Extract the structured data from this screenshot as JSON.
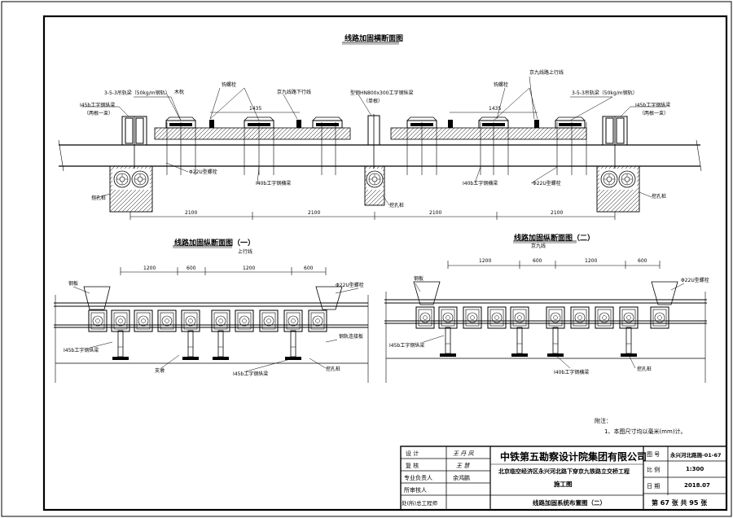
{
  "cross_section": {
    "title": "线路加固横断面图",
    "labels": {
      "rail_left": "3-5-3吊轨梁（50kg/m钢轨）",
      "rail_right": "3-5-3吊轨梁（50kg/m钢轨）",
      "ibeam_left": "I45b工字钢纵梁",
      "ibeam_left_note": "（两根一束）",
      "ibeam_right": "I45b工字钢纵梁",
      "ibeam_right_note": "（两根一束）",
      "sleeper": "木枕",
      "bolts": "钩螺栓",
      "down_line": "京九线路下行线",
      "up_line": "京九线路上行线",
      "hn_beam": "型钢HN800x300工字钢纵梁",
      "hn_beam_note": "（单根）",
      "i40_left": "I40b工字钢横梁",
      "i40_right": "I40b工字钢横梁",
      "u_bolt_left": "Φ22U型螺栓",
      "u_bolt_right": "Φ22U型螺栓",
      "pile_left": "挖孔桩",
      "pile_mid": "挖孔桩",
      "pile_right": "挖孔桩",
      "gauge_1": "1435",
      "gauge_2": "1435",
      "dims": [
        "2100",
        "2100",
        "2100",
        "2100"
      ]
    }
  },
  "long_section_1": {
    "title": "线路加固纵断面图（一）",
    "subtitle": "上行线",
    "dims": [
      "1200",
      "600",
      "1200",
      "600"
    ],
    "labels": {
      "steel_plate": "钢板",
      "u_bolt": "Φ22U型螺栓",
      "i45": "I45b工字钢纵梁",
      "pier": "挖孔桩",
      "i45_bottom": "I45b工字钢纵梁",
      "support": "支墩",
      "rail_right": "钢轨连接板"
    }
  },
  "long_section_2": {
    "title": "线路加固纵断面图（二）",
    "subtitle": "京九线",
    "dims": [
      "1200",
      "600",
      "1200",
      "600"
    ],
    "labels": {
      "steel_plate": "钢板",
      "u_bolt": "Φ22U型螺栓",
      "i45": "I45b工字钢纵梁",
      "i40": "I40b工字钢横梁",
      "pier": "挖孔桩"
    }
  },
  "notes": {
    "heading": "附注：",
    "items": [
      "1、本图尺寸均以毫米(mm)计。"
    ]
  },
  "title_block": {
    "rows_left": [
      {
        "role": "设    计",
        "name": "王 丹 凤"
      },
      {
        "role": "复    核",
        "name": "王 慧"
      },
      {
        "role": "专业负责人",
        "name": "余鸿鹏"
      },
      {
        "role": "所审核人",
        "name": ""
      },
      {
        "role": "处(所)总工程师",
        "name": ""
      }
    ],
    "company": "中铁第五勘察设计院集团有限公司",
    "project": "北京临空经济区永兴河北路下穿京九铁路立交桥工程",
    "stage": "施工图",
    "drawing_name": "线路加固系统布置图（二）",
    "drawing_no_label": "图  号",
    "drawing_no": "永兴河北路施-01-67",
    "scale_label": "比  例",
    "scale": "1:300",
    "date_label": "日  期",
    "date": "2018.07",
    "sheet": "第 67 张  共 95 张"
  }
}
